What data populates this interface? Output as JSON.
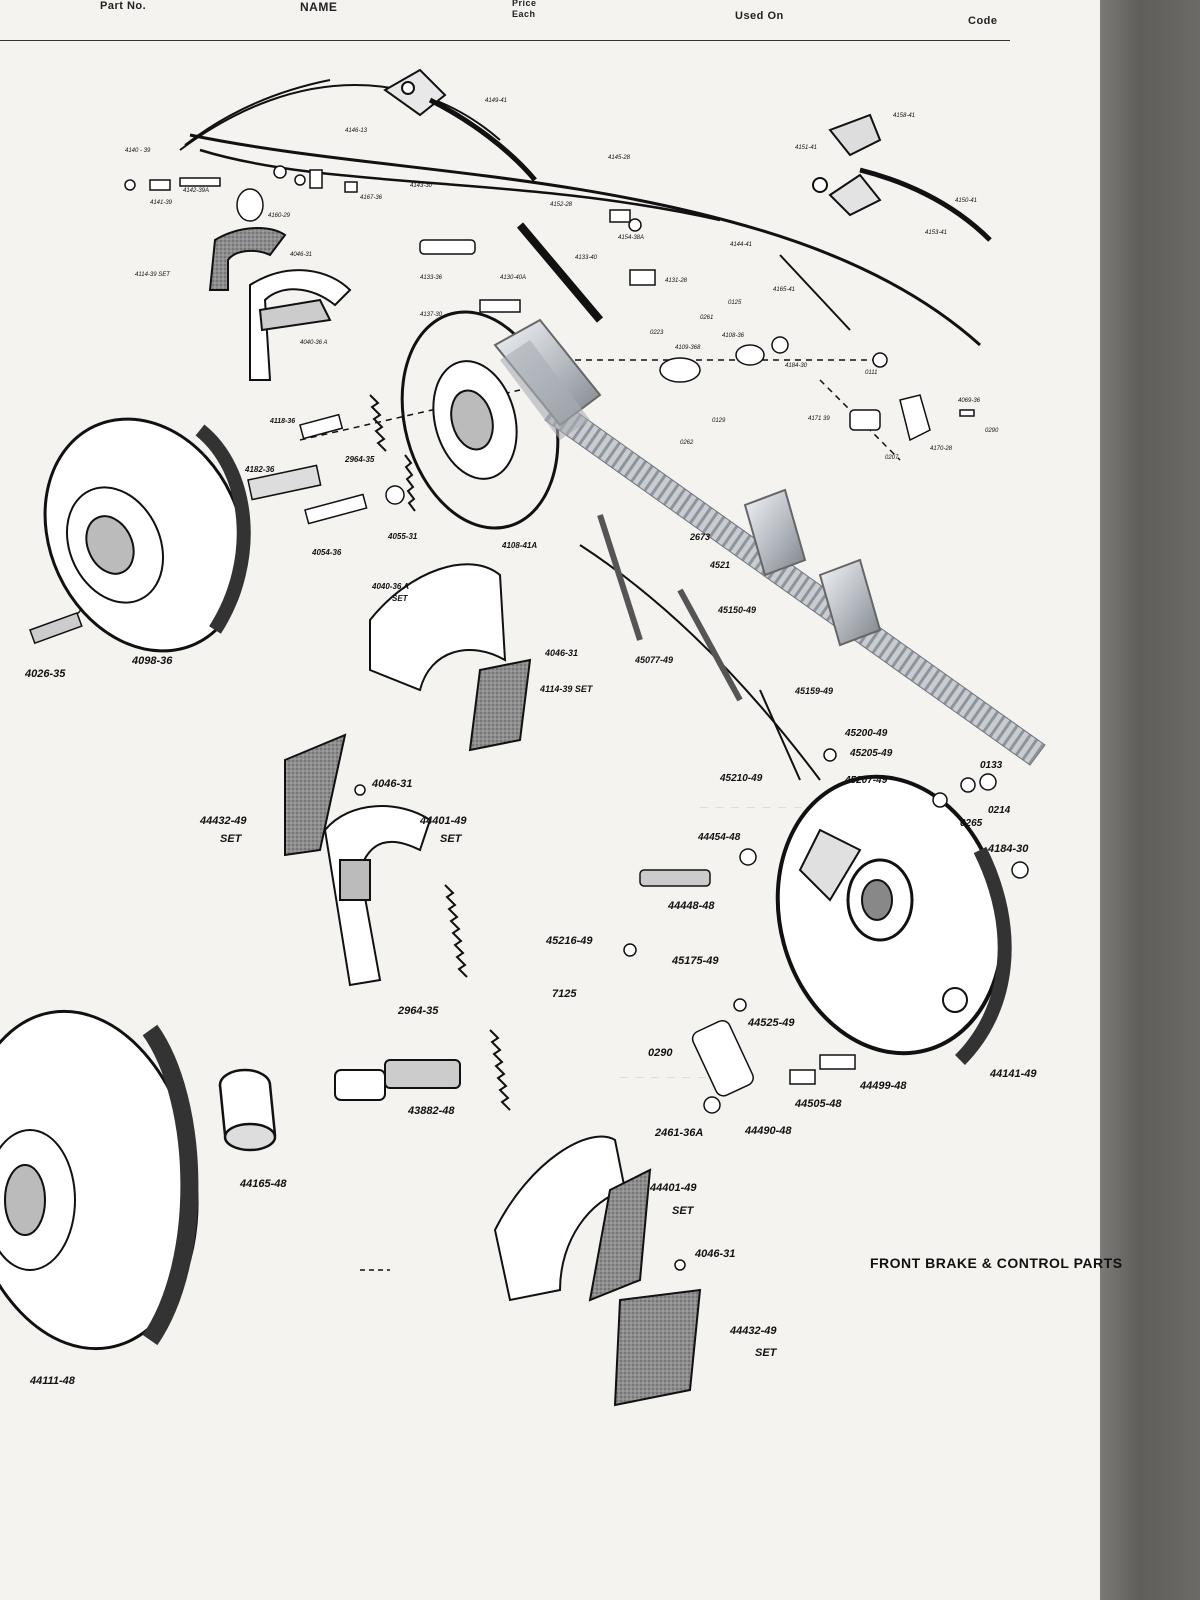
{
  "header": {
    "part_no": "Part No.",
    "name": "NAME",
    "price": "Price",
    "each": "Each",
    "used_on": "Used On",
    "code": "Code"
  },
  "title": "FRONT BRAKE & CONTROL PARTS",
  "labels": {
    "l4026": "4026-35",
    "l4098": "4098-36",
    "l4040a": "4040-36 A",
    "l4040a_set": "SET",
    "l4046_1": "4046-31",
    "l4114": "4114-39 SET",
    "l4046_2": "4046-31",
    "l44432a": "44432-49",
    "l44432a_set": "SET",
    "l44401a": "44401-49",
    "l44401a_set": "SET",
    "l2964": "2964-35",
    "l4055": "4055-31",
    "l4054": "4054-36",
    "l4108": "4108-41A",
    "l4182": "4182-36",
    "l4118": "4118-36",
    "l2673": "2673",
    "l4521": "4521",
    "l45150": "45150-49",
    "l45077": "45077-49",
    "l45159": "45159-49",
    "l45200": "45200-49",
    "l45205": "45205-49",
    "l45210": "45210-49",
    "l45207": "45207-49",
    "l0133": "0133",
    "l0214": "0214",
    "l0265": "0265",
    "l4184": "4184-30",
    "l44454": "44454-48",
    "l44448": "44448-48",
    "l45216": "45216-49",
    "l45175": "45175-49",
    "l7125": "7125",
    "l44525": "44525-49",
    "l0290": "0290",
    "l44499": "44499-48",
    "l44141": "44141-49",
    "l44505": "44505-48",
    "l2461": "2461-36A",
    "l44490": "44490-48",
    "l43882": "43882-48",
    "l44165": "44165-48",
    "l44401b": "44401-49",
    "l44401b_set": "SET",
    "l4046_3": "4046-31",
    "l44432b": "44432-49",
    "l44432b_set": "SET",
    "l44111": "44111-48",
    "l2964b": "2964-35",
    "s4140": "4140 - 39",
    "s4171": "4171 39",
    "s4069": "4069-36",
    "s4170": "4170-28",
    "s0207": "0207",
    "s0290": "0290",
    "s0111": "0111",
    "s4184": "4184-30",
    "s4109": "4109-368",
    "s4108_36": "4108-36",
    "s4137": "4137-30",
    "s4133": "4133-36",
    "s4130": "4130-40A",
    "s4131": "4131-28",
    "s4165": "4165-41",
    "s4144": "4144-41",
    "s4146": "4146-13",
    "s4145": "4145-28",
    "s4149": "4149-41",
    "s4153": "4153-41",
    "s0223": "0223",
    "s0261": "0261",
    "s0125": "0125",
    "s0129": "0129",
    "s0262": "0262",
    "s4114_39": "4114-39 SET",
    "s4046_31": "4046-31",
    "s4040_36": "4040-36 A",
    "s4160": "4160-29",
    "s4142": "4142-39A",
    "s4141": "4141-39",
    "s4143": "4143-30",
    "s4167": "4167-36",
    "s4154": "4154-38A",
    "s4133_40": "4133-40",
    "s4158": "4158-41",
    "s4150": "4150-41",
    "s4151": "4151-41",
    "s4152": "4152-28"
  }
}
